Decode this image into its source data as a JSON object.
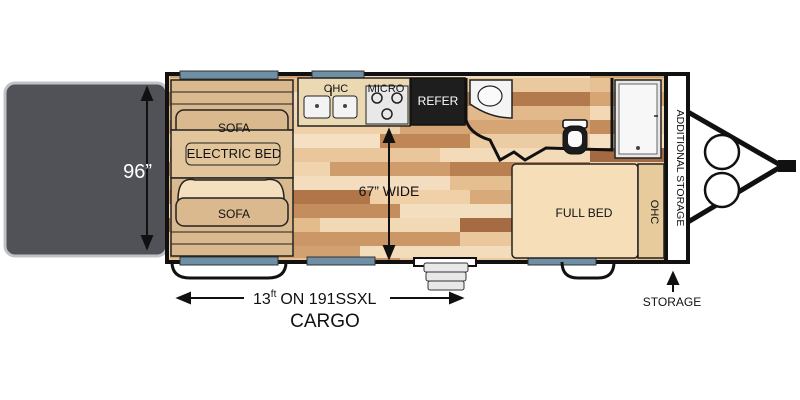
{
  "labels": {
    "sofa_top": "SOFA",
    "electric_bed": "ELECTRIC BED",
    "sofa_bottom": "SOFA",
    "ohc_galley": "OHC",
    "micro": "MICRO",
    "refer": "REFER",
    "width_label": "67” WIDE",
    "full_bed": "FULL BED",
    "ohc_bedroom": "OHC",
    "additional_storage": "ADDITIONAL STORAGE",
    "storage": "STORAGE",
    "ramp_width": "96”",
    "cargo_length_num": "13",
    "cargo_length_unit": "ft",
    "cargo_length_desc": "ON 191SSXL",
    "cargo": "CARGO"
  },
  "colors": {
    "wall": "#111111",
    "ramp": "#505258",
    "window": "#6e8fa6",
    "sofa_fill": "#d9b98d",
    "bed_fill": "#f6dfb8",
    "wood_light": "#f0d3ac",
    "wood_mid": "#dcae7c",
    "wood_dark": "#a9724a"
  }
}
